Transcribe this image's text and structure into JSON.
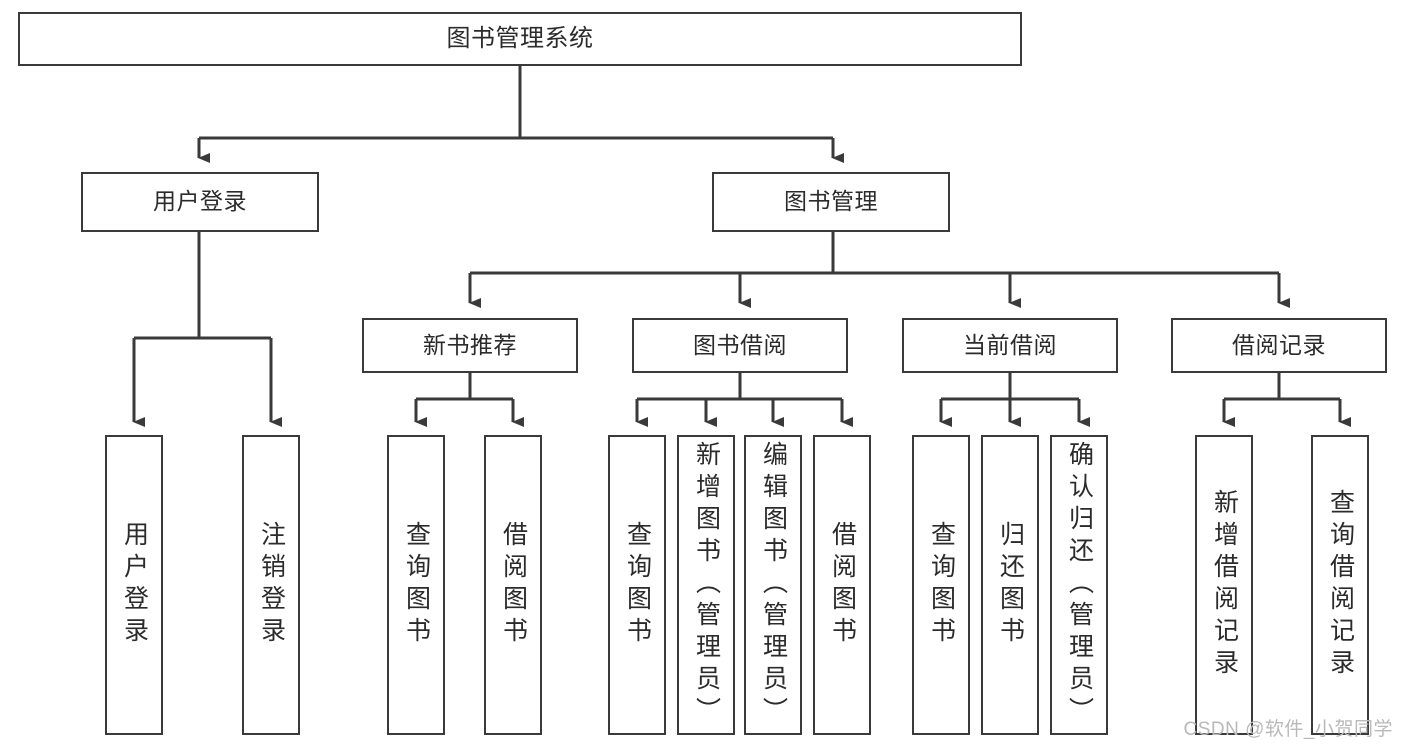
{
  "diagram": {
    "title": "图书管理系统",
    "type": "tree",
    "line_color": "#3a3a3a",
    "text_color": "#2b2b2b",
    "background_color": "#ffffff",
    "nodes": {
      "root": {
        "label": "图书管理系统"
      },
      "level1": [
        {
          "id": "user-login",
          "label": "用户登录"
        },
        {
          "id": "book-manage",
          "label": "图书管理"
        }
      ],
      "level2": [
        {
          "id": "new-book-recommend",
          "label": "新书推荐"
        },
        {
          "id": "book-borrow",
          "label": "图书借阅"
        },
        {
          "id": "current-borrow",
          "label": "当前借阅"
        },
        {
          "id": "borrow-record",
          "label": "借阅记录"
        }
      ],
      "leaves": {
        "user_login": [
          {
            "id": "leaf-user-login",
            "label": "用户登录"
          },
          {
            "id": "leaf-logout-login",
            "label": "注销登录"
          }
        ],
        "new_book_recommend": [
          {
            "id": "leaf-query-book-1",
            "label": "查询图书"
          },
          {
            "id": "leaf-borrow-book-1",
            "label": "借阅图书"
          }
        ],
        "book_borrow": [
          {
            "id": "leaf-query-book-2",
            "label": "查询图书"
          },
          {
            "id": "leaf-add-book",
            "label": "新增图书（管理员）"
          },
          {
            "id": "leaf-edit-book",
            "label": "编辑图书（管理员）"
          },
          {
            "id": "leaf-borrow-book-2",
            "label": "借阅图书"
          }
        ],
        "current_borrow": [
          {
            "id": "leaf-query-book-3",
            "label": "查询图书"
          },
          {
            "id": "leaf-return-book",
            "label": "归还图书"
          },
          {
            "id": "leaf-confirm-return",
            "label": "确认归还（管理员）"
          }
        ],
        "borrow_record": [
          {
            "id": "leaf-add-record",
            "label": "新增借阅记录"
          },
          {
            "id": "leaf-query-record",
            "label": "查询借阅记录"
          }
        ]
      }
    }
  },
  "watermark": {
    "text": "CSDN @软件_小贺同学"
  }
}
